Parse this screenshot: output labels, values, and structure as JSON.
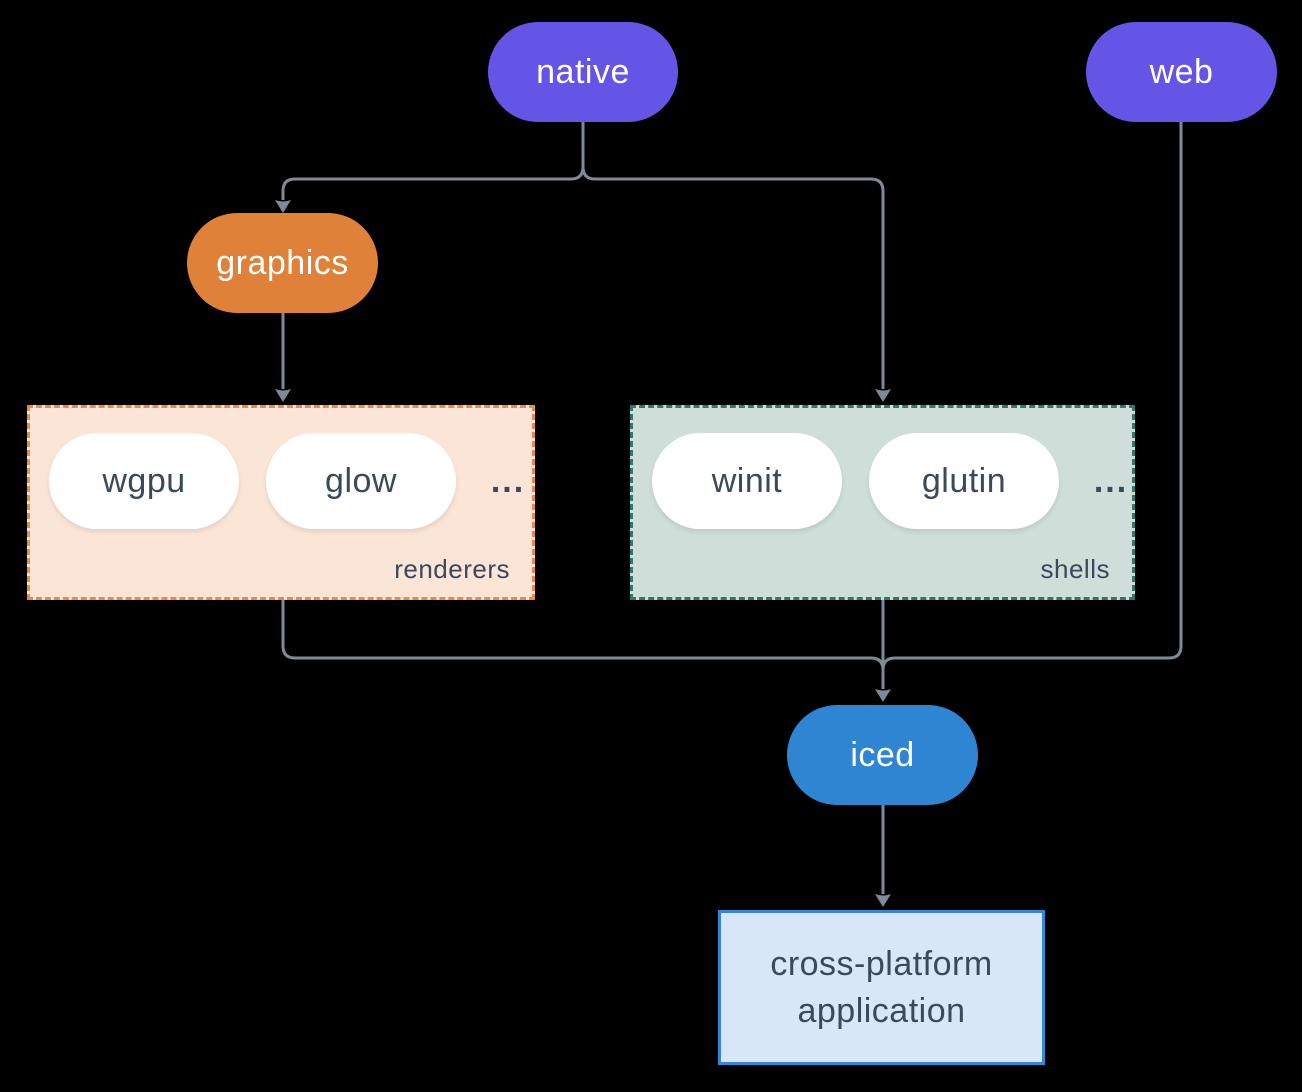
{
  "canvas": {
    "background": "#000000",
    "connector_color": "#7d8a99"
  },
  "nodes": {
    "native": {
      "label": "native",
      "fill": "#6455e6",
      "text_color": "#ffffff"
    },
    "web": {
      "label": "web",
      "fill": "#6455e6",
      "text_color": "#ffffff"
    },
    "graphics": {
      "label": "graphics",
      "fill": "#e0813a",
      "text_color": "#ffffff"
    },
    "iced": {
      "label": "iced",
      "fill": "#2e86d2",
      "text_color": "#ffffff"
    },
    "application": {
      "label_line1": "cross-platform",
      "label_line2": "application",
      "fill": "#d7e7f8",
      "border_color": "#3387d7",
      "text_color": "#3a4a5a"
    }
  },
  "groups": {
    "renderers": {
      "label": "renderers",
      "fill": "#fae5d6",
      "border_color": "#ea8b45",
      "items": [
        {
          "label": "wgpu"
        },
        {
          "label": "glow"
        }
      ],
      "ellipsis": "...",
      "item_fill": "#ffffff",
      "item_text_color": "#3a4a5a"
    },
    "shells": {
      "label": "shells",
      "fill": "#cfded8",
      "border_color": "#2d7a6b",
      "items": [
        {
          "label": "winit"
        },
        {
          "label": "glutin"
        }
      ],
      "ellipsis": "...",
      "item_fill": "#ffffff",
      "item_text_color": "#3a4a5a"
    }
  }
}
